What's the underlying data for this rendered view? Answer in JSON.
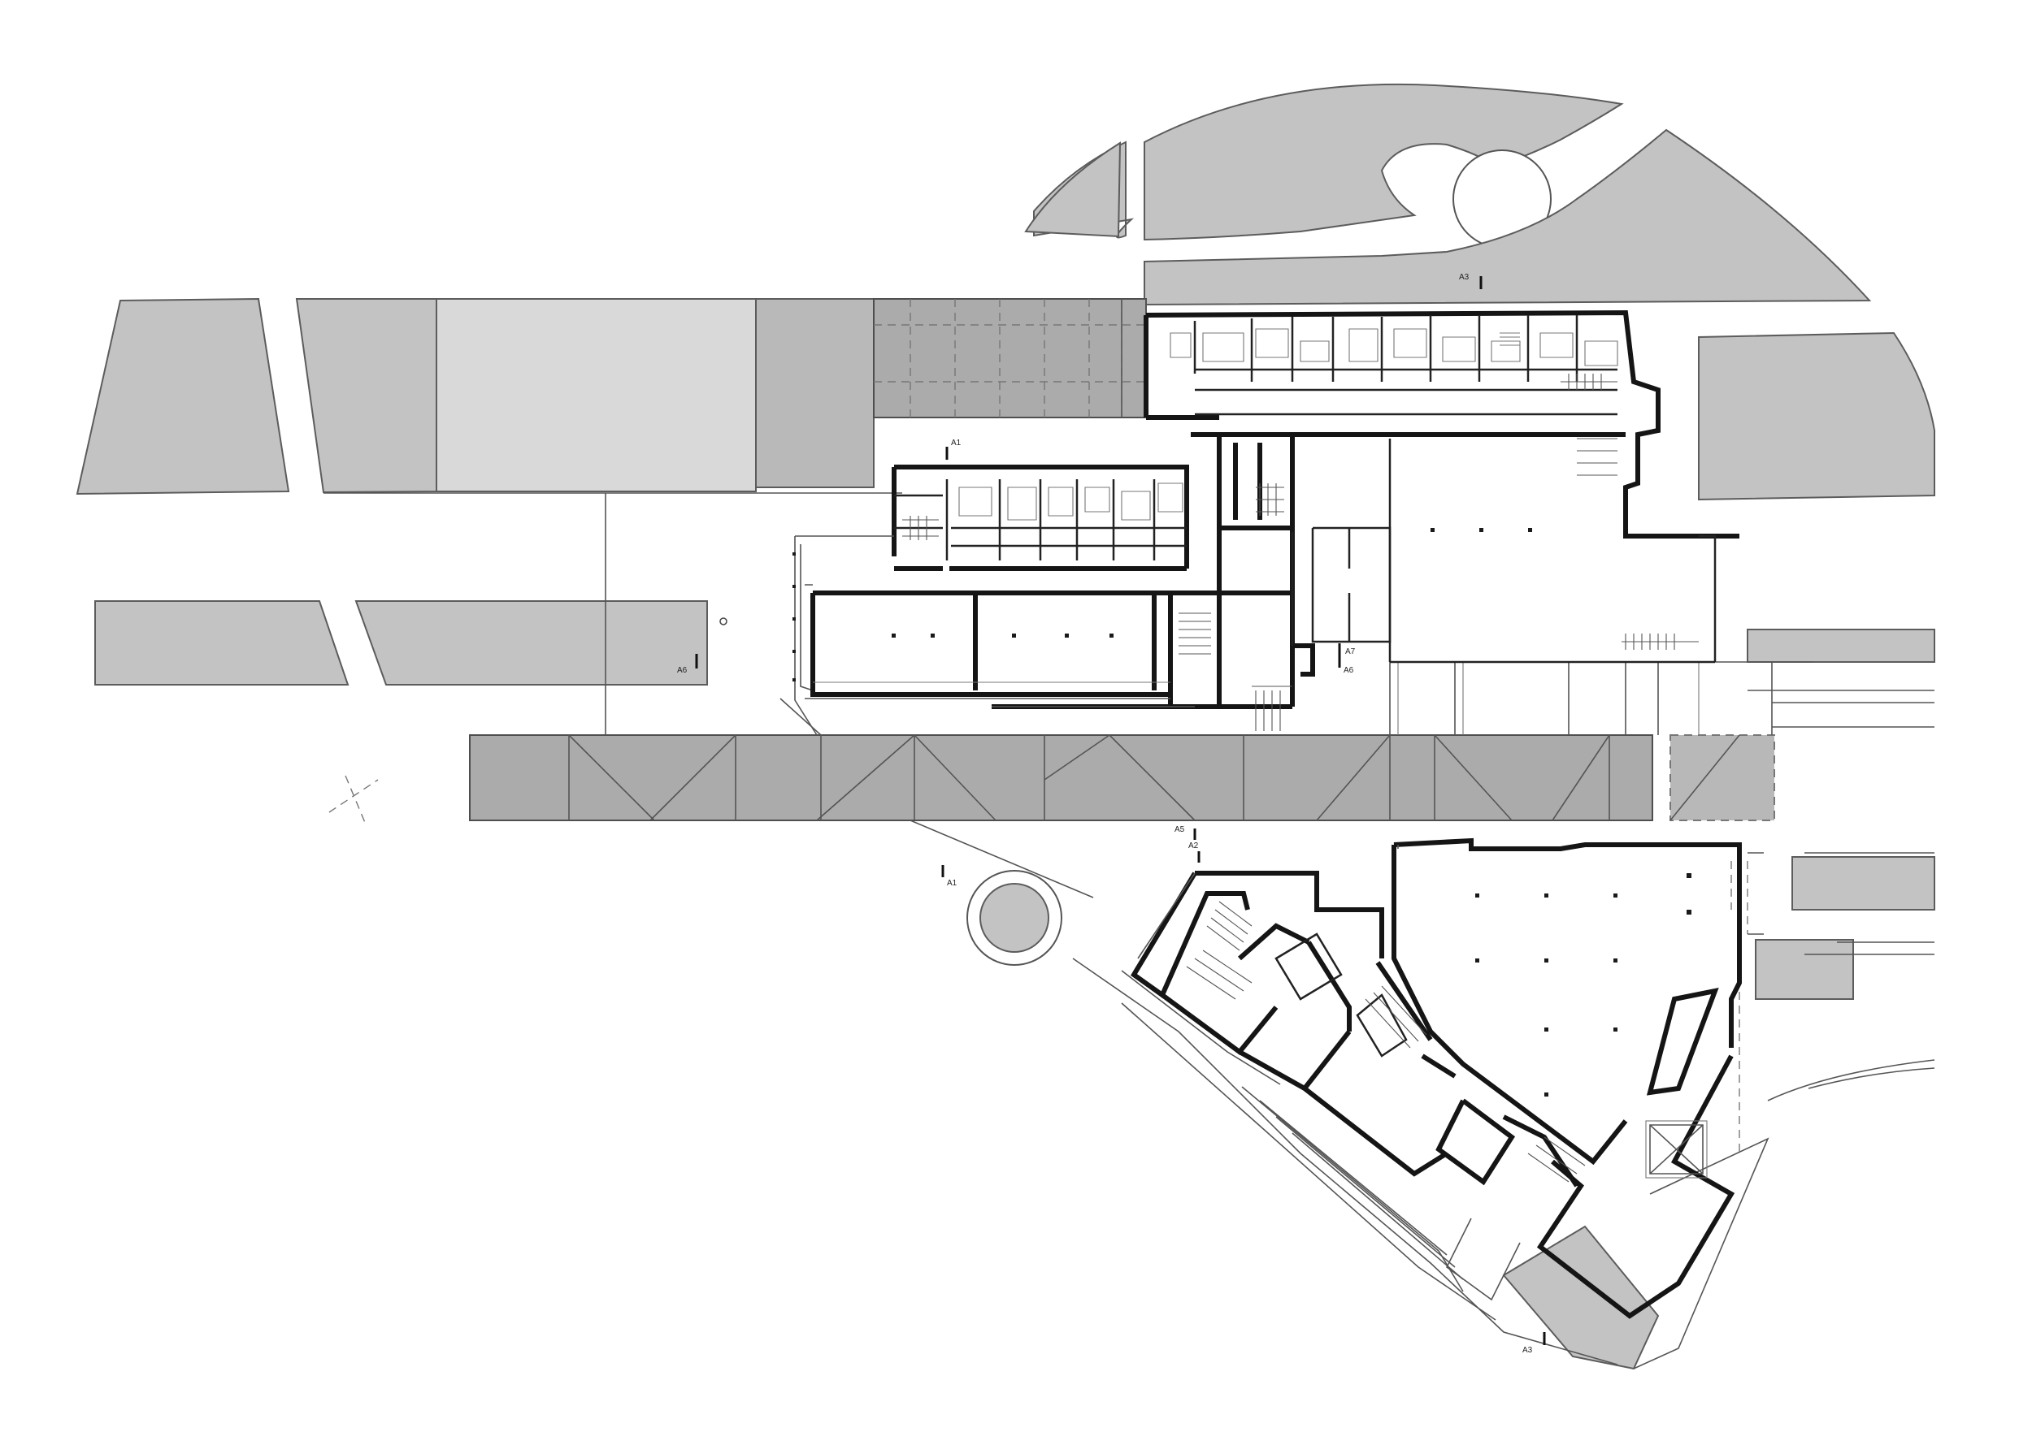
{
  "section_markers": [
    {
      "id": "marker-a1-top",
      "label": "A1"
    },
    {
      "id": "marker-a1-left",
      "label": "A1"
    },
    {
      "id": "marker-a2",
      "label": "A2"
    },
    {
      "id": "marker-a3-top",
      "label": "A3"
    },
    {
      "id": "marker-a3-bottom",
      "label": "A3"
    },
    {
      "id": "marker-a5",
      "label": "A5"
    },
    {
      "id": "marker-a6-left",
      "label": "A6"
    },
    {
      "id": "marker-a6-center",
      "label": "A6"
    },
    {
      "id": "marker-a7",
      "label": "A7"
    }
  ],
  "colors": {
    "background": "#ffffff",
    "landscape_fill": "#c3c3c3",
    "paving_light": "#d9d9d9",
    "canopy_fill": "#ababab",
    "wall": "#151515"
  }
}
